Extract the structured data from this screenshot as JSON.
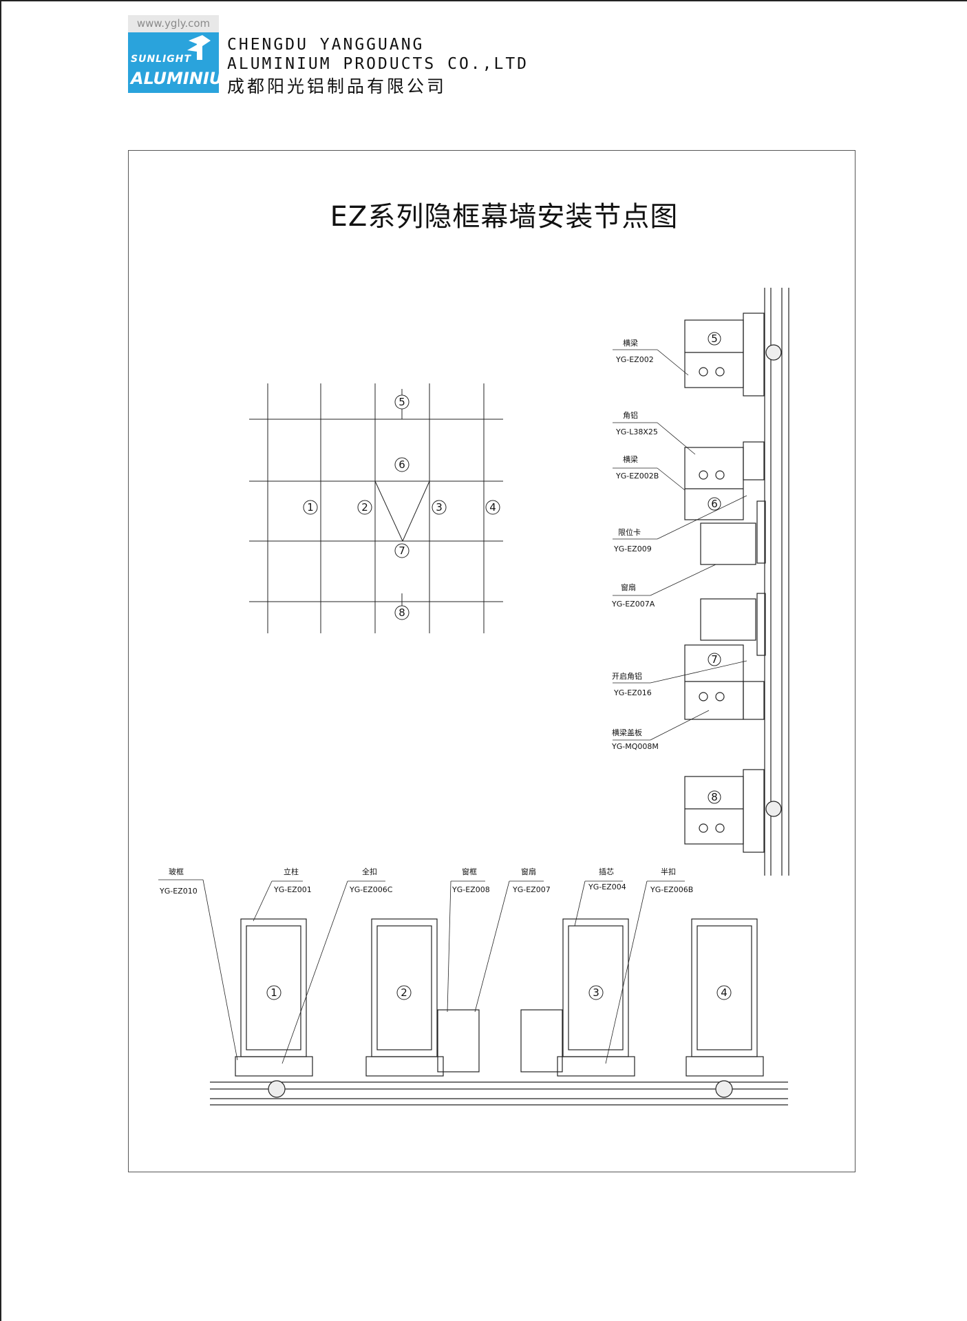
{
  "logo": {
    "url": "www.ygly.com",
    "brand_line1": "SUNLIGHT",
    "brand_line2": "ALUMINIUM"
  },
  "company": {
    "name_en_line1": "CHENGDU YANGGUANG",
    "name_en_line2": "ALUMINIUM PRODUCTS CO.,LTD",
    "name_cn": "成都阳光铝制品有限公司"
  },
  "title": "EZ系列隐框幕墙安装节点图",
  "grid_markers": [
    "1",
    "2",
    "3",
    "4",
    "5",
    "6",
    "7",
    "8"
  ],
  "vertical_labels": [
    {
      "cn": "横梁",
      "code": "YG-EZ002"
    },
    {
      "cn": "角铝",
      "code": "YG-L38X25"
    },
    {
      "cn": "横梁",
      "code": "YG-EZ002B"
    },
    {
      "cn": "限位卡",
      "code": "YG-EZ009"
    },
    {
      "cn": "窗扇",
      "code": "YG-EZ007A"
    },
    {
      "cn": "开启角铝",
      "code": "YG-EZ016"
    },
    {
      "cn": "横梁盖板",
      "code": "YG-MQ008M"
    }
  ],
  "horizontal_labels": [
    {
      "cn": "玻框",
      "code": "YG-EZ010"
    },
    {
      "cn": "立柱",
      "code": "YG-EZ001"
    },
    {
      "cn": "全扣",
      "code": "YG-EZ006C"
    },
    {
      "cn": "窗框",
      "code": "YG-EZ008"
    },
    {
      "cn": "窗扇",
      "code": "YG-EZ007"
    },
    {
      "cn": "插芯",
      "code": "YG-EZ004"
    },
    {
      "cn": "半扣",
      "code": "YG-EZ006B"
    }
  ]
}
